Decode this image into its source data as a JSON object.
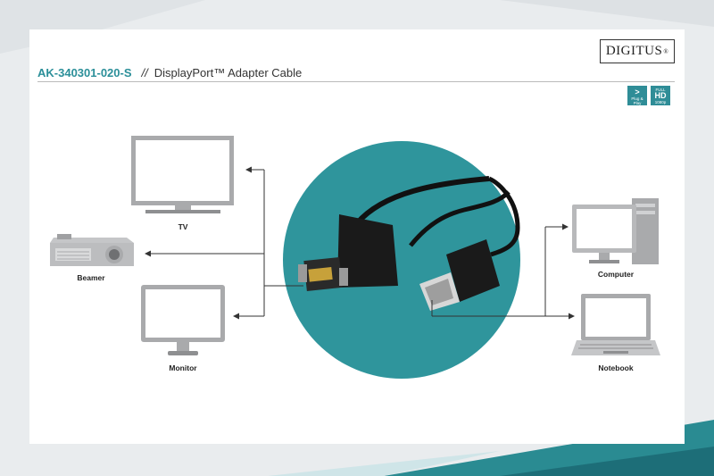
{
  "brand": {
    "logo_text": "DIGITUS",
    "logo_mark": "®"
  },
  "header": {
    "sku": "AK-340301-020-S",
    "separator": "//",
    "product_name": "DisplayPort™ Adapter Cable"
  },
  "badges": [
    {
      "icon": "plug-and-play-icon",
      "line1": ">",
      "line2": "Plug & Play"
    },
    {
      "icon": "full-hd-icon",
      "line1": "FULL",
      "line2": "HD",
      "line3": "1080p"
    }
  ],
  "devices": {
    "tv": "TV",
    "beamer": "Beamer",
    "monitor": "Monitor",
    "computer": "Computer",
    "notebook": "Notebook"
  },
  "colors": {
    "accent": "#2b8f99",
    "circle": "#2f959c",
    "device_gray": "#a9aaac"
  }
}
